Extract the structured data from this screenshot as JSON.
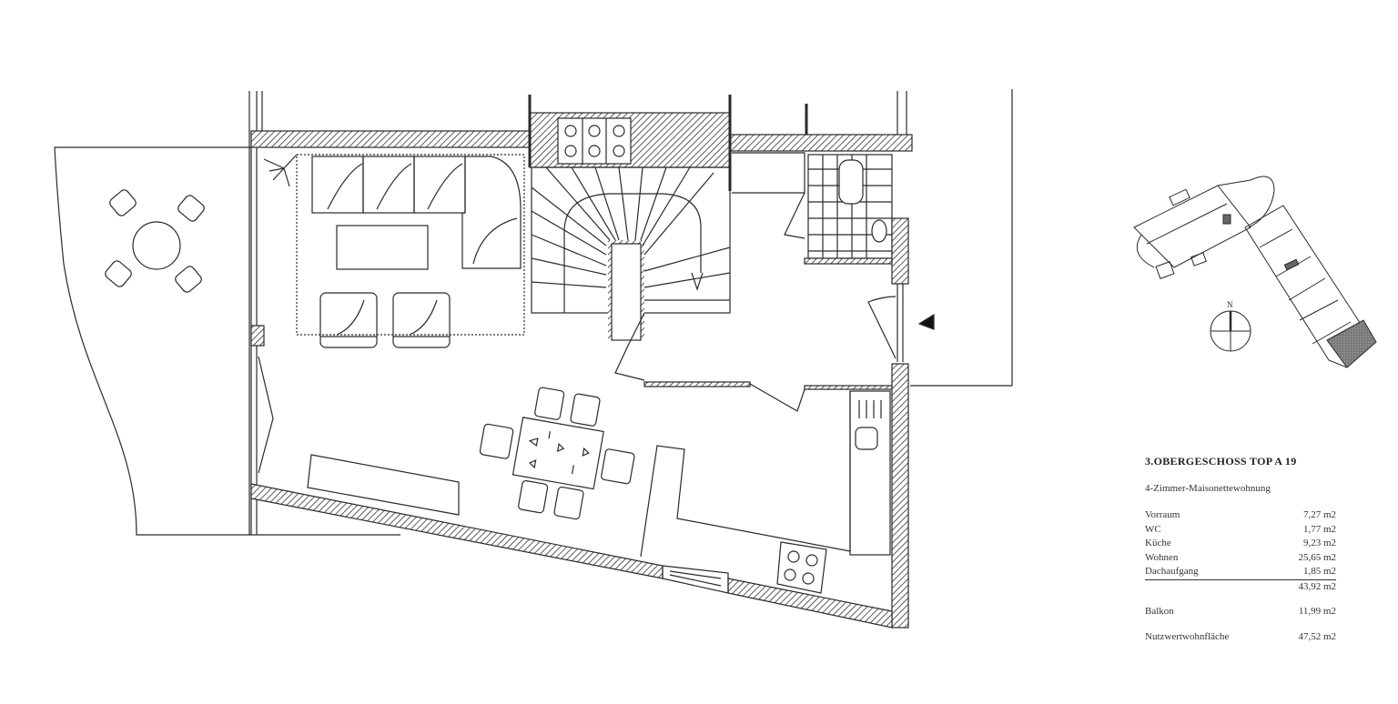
{
  "legend": {
    "title": "3.OBERGESCHOSS TOP A 19",
    "subtitle": "4-Zimmer-Maisonettewohnung",
    "rooms": [
      {
        "name": "Vorraum",
        "area": "7,27 m2"
      },
      {
        "name": "WC",
        "area": "1,77 m2"
      },
      {
        "name": "Küche",
        "area": "9,23 m2"
      },
      {
        "name": "Wohnen",
        "area": "25,65 m2"
      },
      {
        "name": "Dachaufgang",
        "area": "1,85 m2"
      }
    ],
    "subtotal": "43,92 m2",
    "balcony": {
      "name": "Balkon",
      "area": "11,99 m2"
    },
    "total": {
      "name": "Nutzwertwohnfläche",
      "area": "47,52 m2"
    }
  },
  "site_plan": {
    "north_label": "N",
    "highlighted_unit_color": "#555555"
  },
  "floor_plan": {
    "wall_hatch_color": "#333333",
    "line_color": "#2a2a2a",
    "rooms": [
      "Wohnen",
      "Küche",
      "Vorraum",
      "WC",
      "Dachaufgang",
      "Balkon"
    ]
  }
}
